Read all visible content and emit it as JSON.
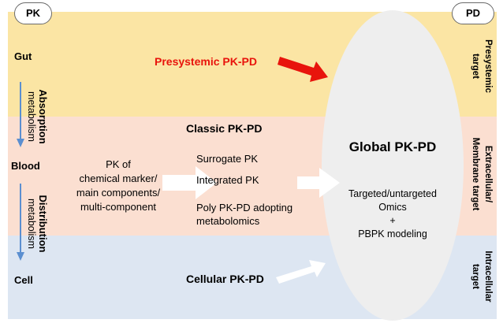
{
  "pk_pill": "PK",
  "pd_pill": "PD",
  "rows": {
    "gut": "Gut",
    "blood": "Blood",
    "cell": "Cell"
  },
  "side_processes": {
    "absorption": "Absorption",
    "absorption_metabolism": "metabolism",
    "distribution": "Distribution",
    "distribution_metabolism": "metabolism"
  },
  "presystemic_pkpd": "Presystemic PK-PD",
  "classic_pkpd": "Classic PK-PD",
  "pk_of": [
    "PK of",
    "chemical marker/",
    "main components/",
    "multi-component"
  ],
  "surrogate_pk": "Surrogate PK",
  "integrated_pk": "Integrated PK",
  "poly_pkpd": [
    "Poly PK-PD adopting",
    "metabolomics"
  ],
  "cellular_pkpd": "Cellular PK-PD",
  "global": {
    "title": "Global PK-PD",
    "lines": [
      "Targeted/untargeted",
      "Omics",
      "+",
      "PBPK modeling"
    ]
  },
  "targets": {
    "presystemic": [
      "Presystemic",
      "target"
    ],
    "extracellular": [
      "Extracellular/",
      "Membrane target"
    ],
    "intracellular": [
      "Intracellular",
      "target"
    ]
  },
  "colors": {
    "gut_band": "#fbe5a4",
    "blood_band": "#fbdfd1",
    "cell_band": "#dde6f2",
    "presystemic_red": "#e8140c",
    "side_arrow_blue": "#5b8fd0"
  }
}
